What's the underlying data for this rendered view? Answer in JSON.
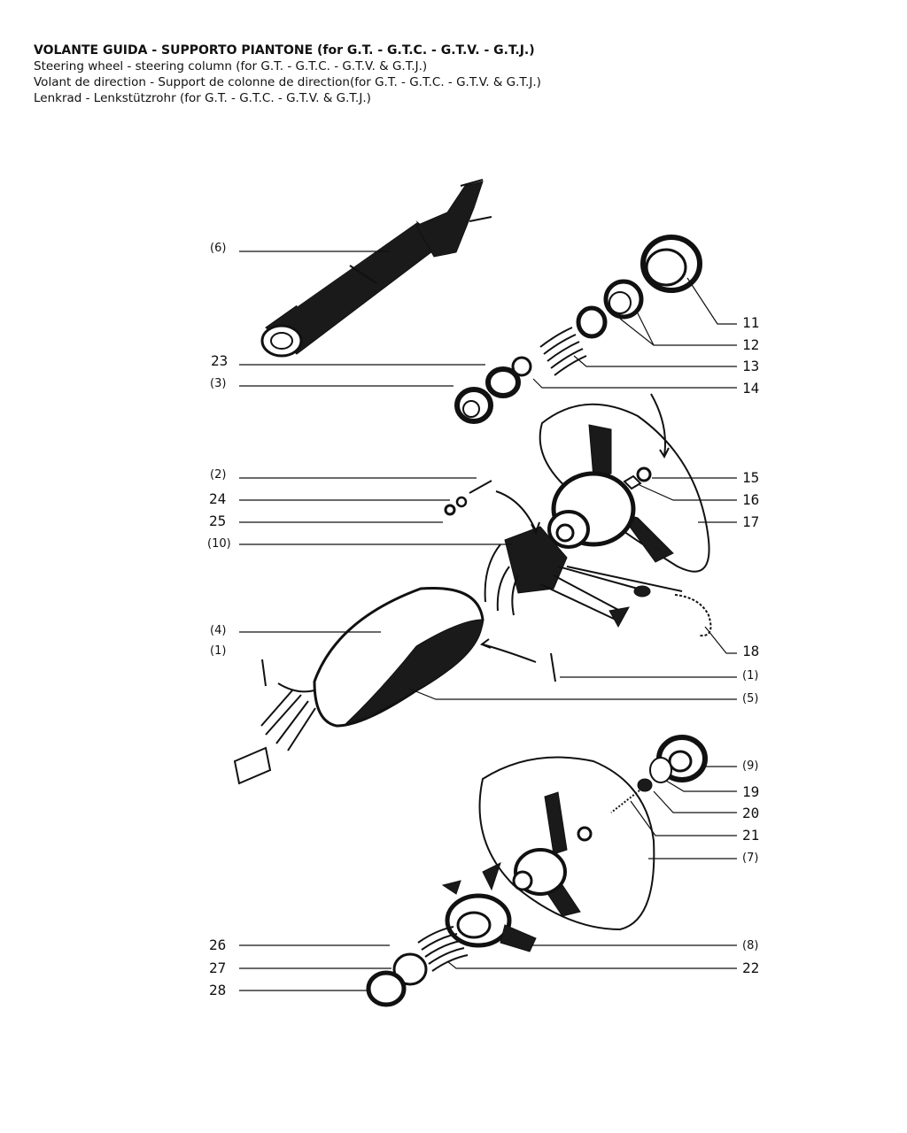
{
  "titles": {
    "it": "VOLANTE GUIDA - SUPPORTO PIANTONE (for G.T. - G.T.C. - G.T.V. - G.T.J.)",
    "en": "Steering wheel - steering column (for G.T. - G.T.C. - G.T.V. & G.T.J.)",
    "fr": "Volant de direction - Support de colonne de direction(for G.T. - G.T.C. - G.T.V. & G.T.J.)",
    "de": "Lenkrad - Lenkstützrohr (for G.T. - G.T.C. - G.T.V. & G.T.J.)"
  },
  "labels": {
    "left": {
      "l6": "(6)",
      "l23": "23",
      "l3": "(3)",
      "l2": "(2)",
      "l24": "24",
      "l25": "25",
      "l10": "(10)",
      "l4": "(4)",
      "l1": "(1)",
      "l26": "26",
      "l27": "27",
      "l28": "28"
    },
    "right": {
      "r11": "11",
      "r12": "12",
      "r13": "13",
      "r14": "14",
      "r15": "15",
      "r16": "16",
      "r17": "17",
      "r18": "18",
      "r1": "(1)",
      "r5": "(5)",
      "r9": "(9)",
      "r19": "19",
      "r20": "20",
      "r21": "21",
      "r7": "(7)",
      "r8": "(8)",
      "r22": "22"
    }
  }
}
